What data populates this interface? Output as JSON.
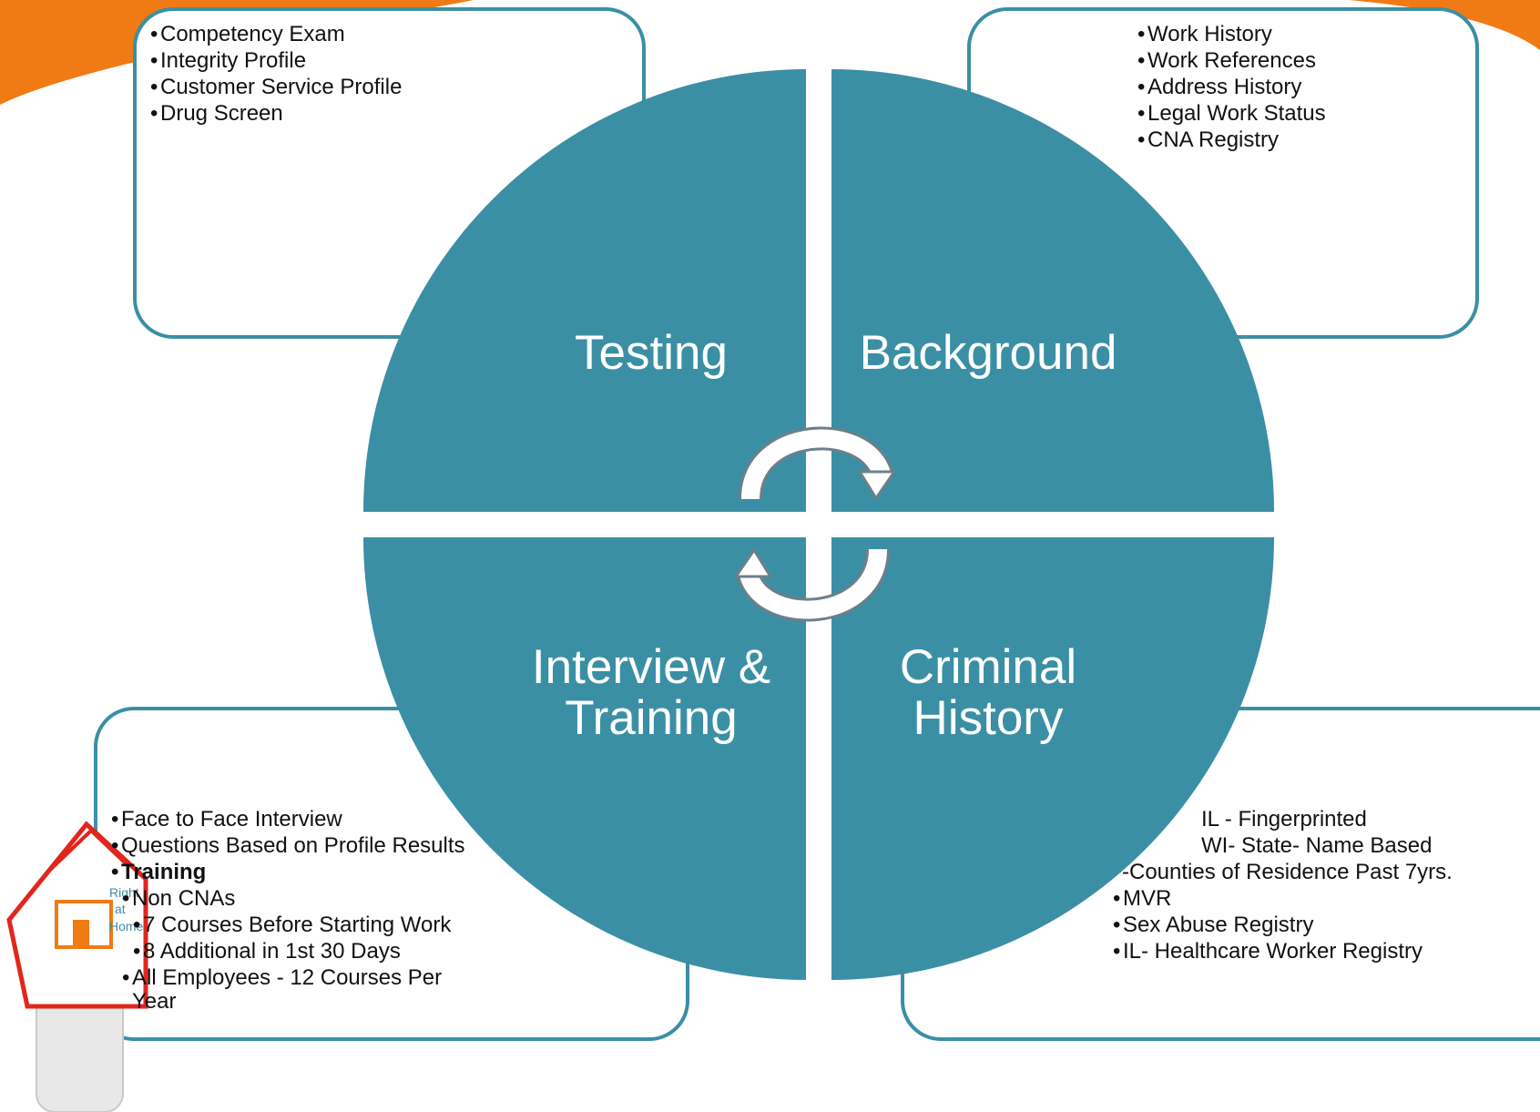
{
  "colors": {
    "quadrant": "#3b8fa4",
    "card_border": "#3b8fa4",
    "accent_orange": "#f07a14",
    "cycle_arrow": "#ffffff"
  },
  "quadrants": {
    "testing": "Testing",
    "background": "Background",
    "interview_line1": "Interview &",
    "interview_line2": "Training",
    "criminal_line1": "Criminal",
    "criminal_line2": "History"
  },
  "testing_box": {
    "items": [
      "Competency  Exam",
      "Integrity Profile",
      "Customer Service Profile",
      "Drug Screen"
    ]
  },
  "background_box": {
    "items": [
      "Work History",
      "Work References",
      "Address History",
      "Legal Work Status",
      "CNA Registry"
    ]
  },
  "interview_box": {
    "items": [
      "Face to Face Interview",
      "Questions  Based on Profile Results",
      "Training",
      "Non CNAs",
      "7 Courses Before Starting Work",
      "8 Additional in 1st 30 Days",
      "All Employees - 12 Courses Per",
      "Year"
    ]
  },
  "criminal_box": {
    "items": [
      "IL -  Fingerprinted",
      "WI- State- Name Based",
      "-Counties  of Residence Past  7yrs.",
      "MVR",
      "Sex Abuse Registry",
      "IL- Healthcare Worker Registry"
    ]
  },
  "logo": {
    "text_lines": [
      "Right",
      "at",
      "Home"
    ]
  }
}
